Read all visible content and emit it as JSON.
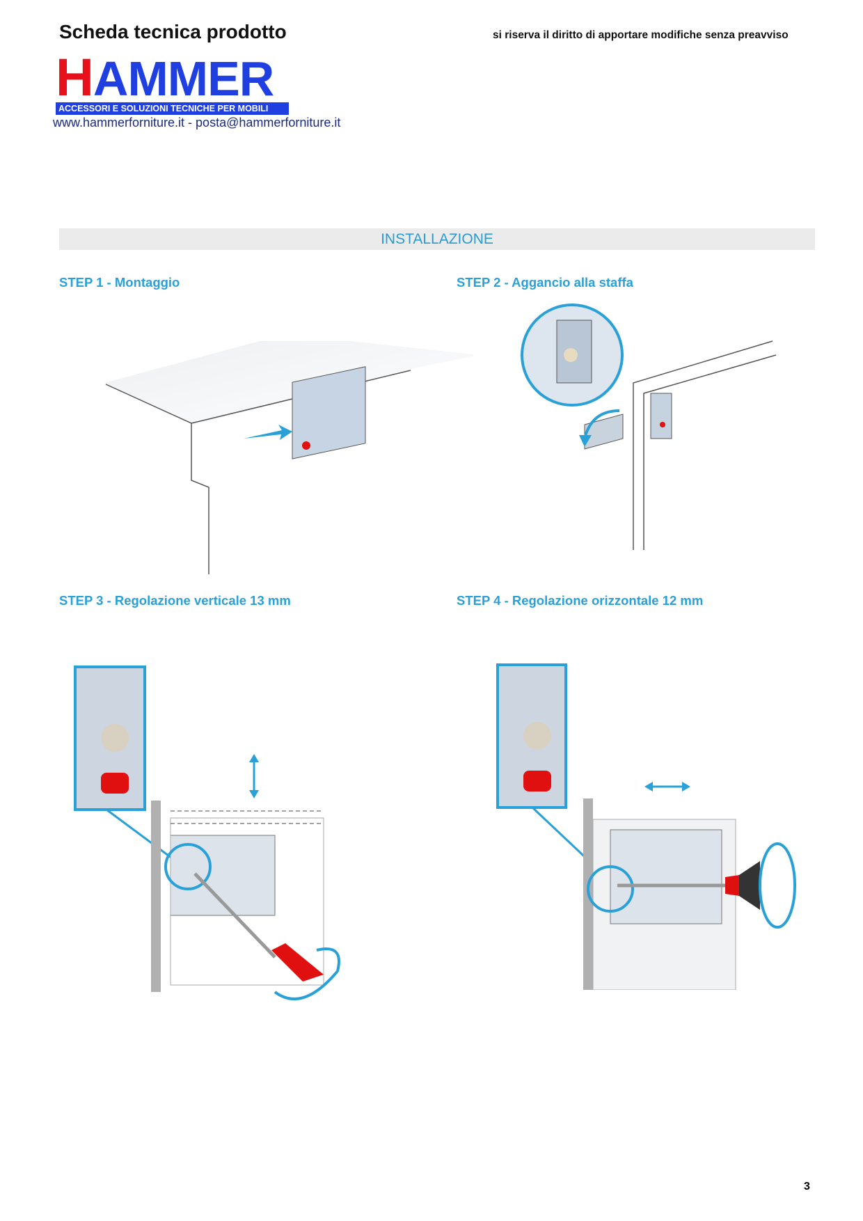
{
  "header": {
    "title": "Scheda tecnica prodotto",
    "disclaimer": "si riserva il diritto di apportare modifiche senza preavviso",
    "logo": {
      "brand_first": "H",
      "brand_rest": "AMMER",
      "tagline": "ACCESSORI E SOLUZIONI TECNICHE PER MOBILI"
    },
    "contact": "www.hammerforniture.it - posta@hammerforniture.it"
  },
  "section": {
    "title": "INSTALLAZIONE"
  },
  "steps": [
    {
      "label": "STEP 1 - Montaggio"
    },
    {
      "label": "STEP 2 - Aggancio alla staffa"
    },
    {
      "label": "STEP 3 - Regolazione verticale 13 mm"
    },
    {
      "label": "STEP 4 - Regolazione orizzontale 12 mm"
    }
  ],
  "colors": {
    "accent": "#2aa0d8",
    "brand_blue": "#1f3fe0",
    "brand_red": "#e8101a"
  },
  "footer": {
    "page_number": "3"
  }
}
